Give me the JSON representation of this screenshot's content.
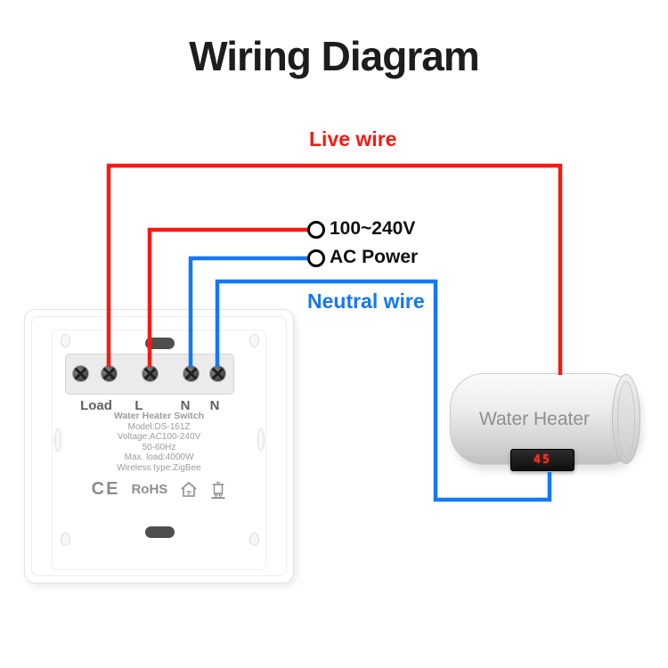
{
  "title": "Wiring Diagram",
  "wiring": {
    "live_label": "Live wire",
    "neutral_label": "Neutral wire",
    "terminal1_label": "100~240V",
    "terminal2_label": "AC Power"
  },
  "switch": {
    "terminal_labels": [
      "Load",
      "L",
      "N",
      "N"
    ],
    "info_lines": [
      "Water Heater Switch",
      "Model:DS-161Z",
      "Voltage:AC100-240V",
      "50-60Hz",
      "Max. load:4000W",
      "Wireless type:ZigBee"
    ],
    "cert_ce": "CE",
    "cert_rohs": "RoHS"
  },
  "heater": {
    "label": "Water Heater",
    "display_value": "45"
  },
  "icons": {
    "certification_house": "smart-home-icon",
    "certification_bin": "weee-trash-bin-icon"
  },
  "colors": {
    "live_wire": "#f51a13",
    "neutral_wire": "#1577f6"
  }
}
